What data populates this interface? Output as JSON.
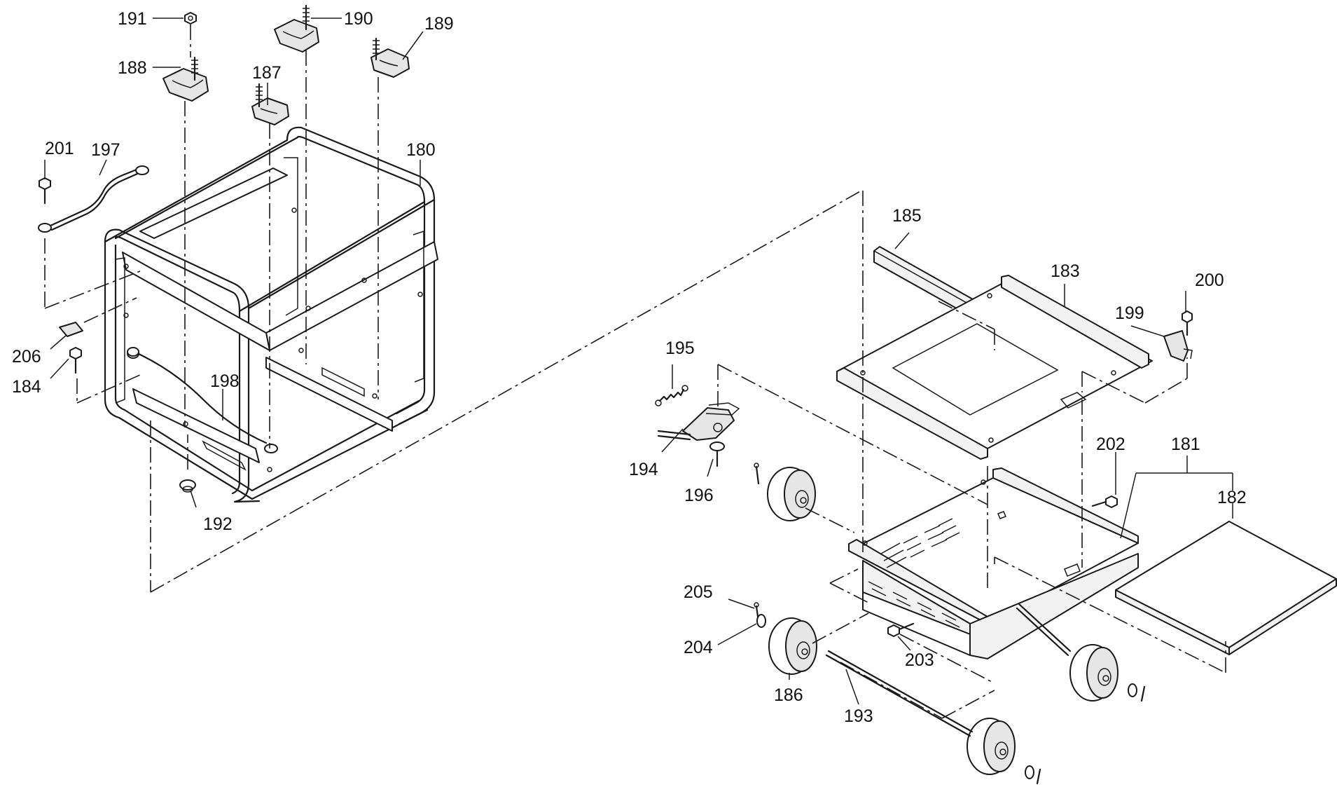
{
  "labels": {
    "p180": "180",
    "p181": "181",
    "p182": "182",
    "p183": "183",
    "p184": "184",
    "p185": "185",
    "p186": "186",
    "p187": "187",
    "p188": "188",
    "p189": "189",
    "p190": "190",
    "p191": "191",
    "p192": "192",
    "p193": "193",
    "p194": "194",
    "p195": "195",
    "p196": "196",
    "p197": "197",
    "p198": "198",
    "p199": "199",
    "p200": "200",
    "p201": "201",
    "p202": "202",
    "p203": "203",
    "p204": "204",
    "p205": "205",
    "p206": "206"
  }
}
